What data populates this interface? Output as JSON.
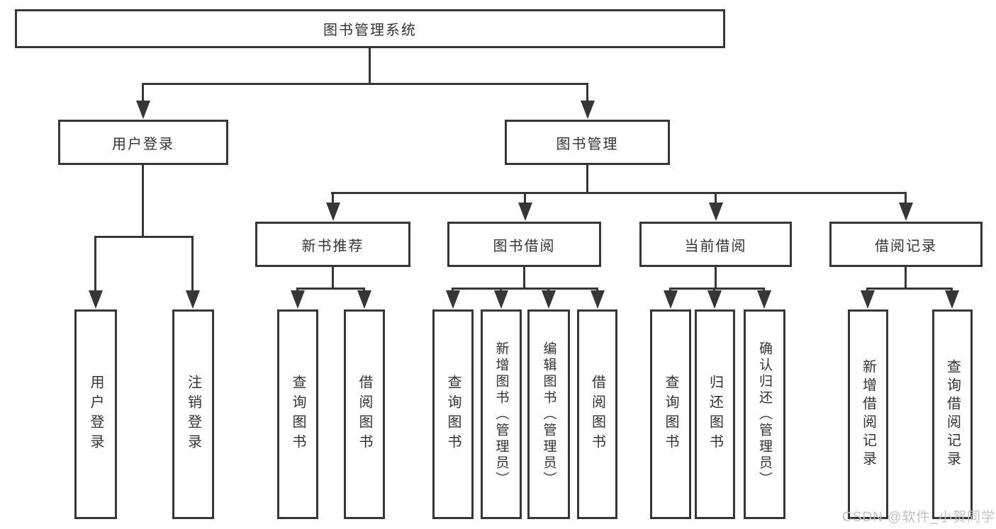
{
  "tree": {
    "root": {
      "label": "图书管理系统",
      "children": [
        {
          "label": "用户登录",
          "children": [
            {
              "label": "用户登录"
            },
            {
              "label": "注销登录"
            }
          ]
        },
        {
          "label": "图书管理",
          "children": [
            {
              "label": "新书推荐",
              "children": [
                {
                  "label": "查询图书"
                },
                {
                  "label": "借阅图书"
                }
              ]
            },
            {
              "label": "图书借阅",
              "children": [
                {
                  "label": "查询图书"
                },
                {
                  "label": "新增图书（管理员）"
                },
                {
                  "label": "编辑图书（管理员）"
                },
                {
                  "label": "借阅图书"
                }
              ]
            },
            {
              "label": "当前借阅",
              "children": [
                {
                  "label": "查询图书"
                },
                {
                  "label": "归还图书"
                },
                {
                  "label": "确认归还（管理员）"
                }
              ]
            },
            {
              "label": "借阅记录",
              "children": [
                {
                  "label": "新增借阅记录"
                },
                {
                  "label": "查询借阅记录"
                }
              ]
            }
          ]
        }
      ]
    }
  },
  "watermark": {
    "text": "CSDN @软件_小贺同学"
  },
  "colors": {
    "line": "#363636",
    "text": "#333333",
    "watermark": "#c2c2c2",
    "background": "#ffffff"
  }
}
